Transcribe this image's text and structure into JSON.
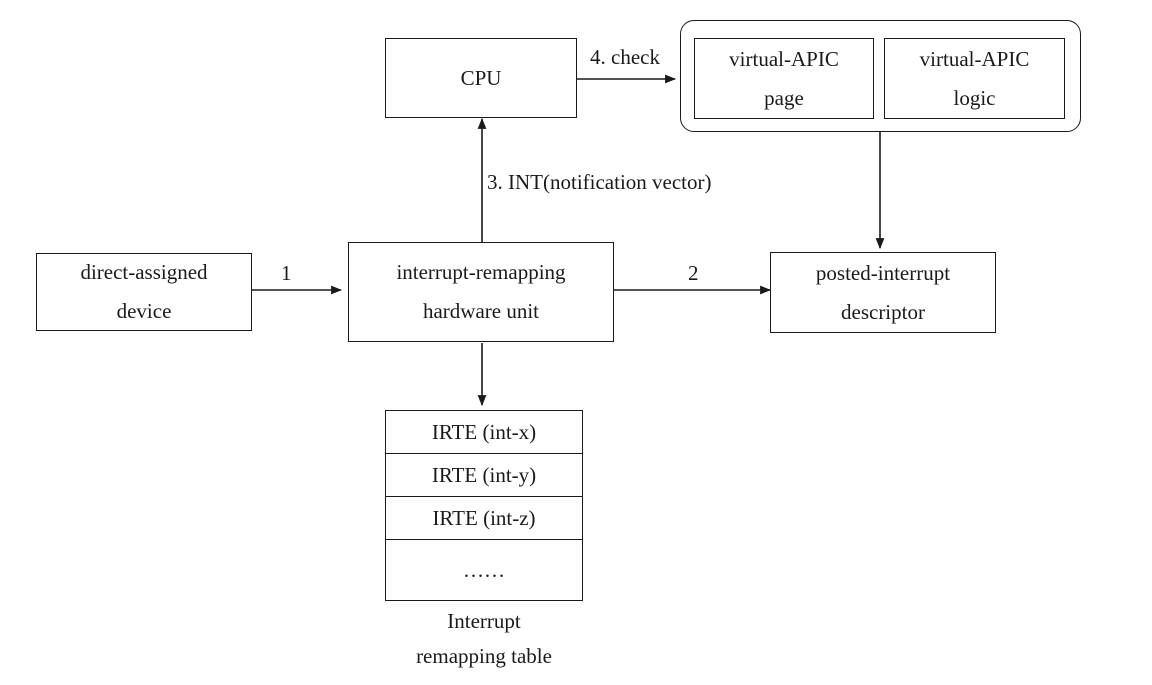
{
  "cpu": {
    "label": "CPU"
  },
  "virtual_apic": {
    "page": [
      "virtual-APIC",
      "page"
    ],
    "logic": [
      "virtual-APIC",
      "logic"
    ]
  },
  "device": {
    "lines": [
      "direct-assigned",
      "device"
    ]
  },
  "remap_unit": {
    "lines": [
      "interrupt-remapping",
      "hardware unit"
    ]
  },
  "descriptor": {
    "lines": [
      "posted-interrupt",
      "descriptor"
    ]
  },
  "arrows": {
    "step1": "1",
    "step2": "2",
    "step3": "3. INT(notification vector)",
    "step4": "4. check"
  },
  "table": {
    "rows": [
      "IRTE (int-x)",
      "IRTE (int-y)",
      "IRTE (int-z)",
      "……"
    ],
    "caption": [
      "Interrupt",
      "remapping table"
    ]
  }
}
